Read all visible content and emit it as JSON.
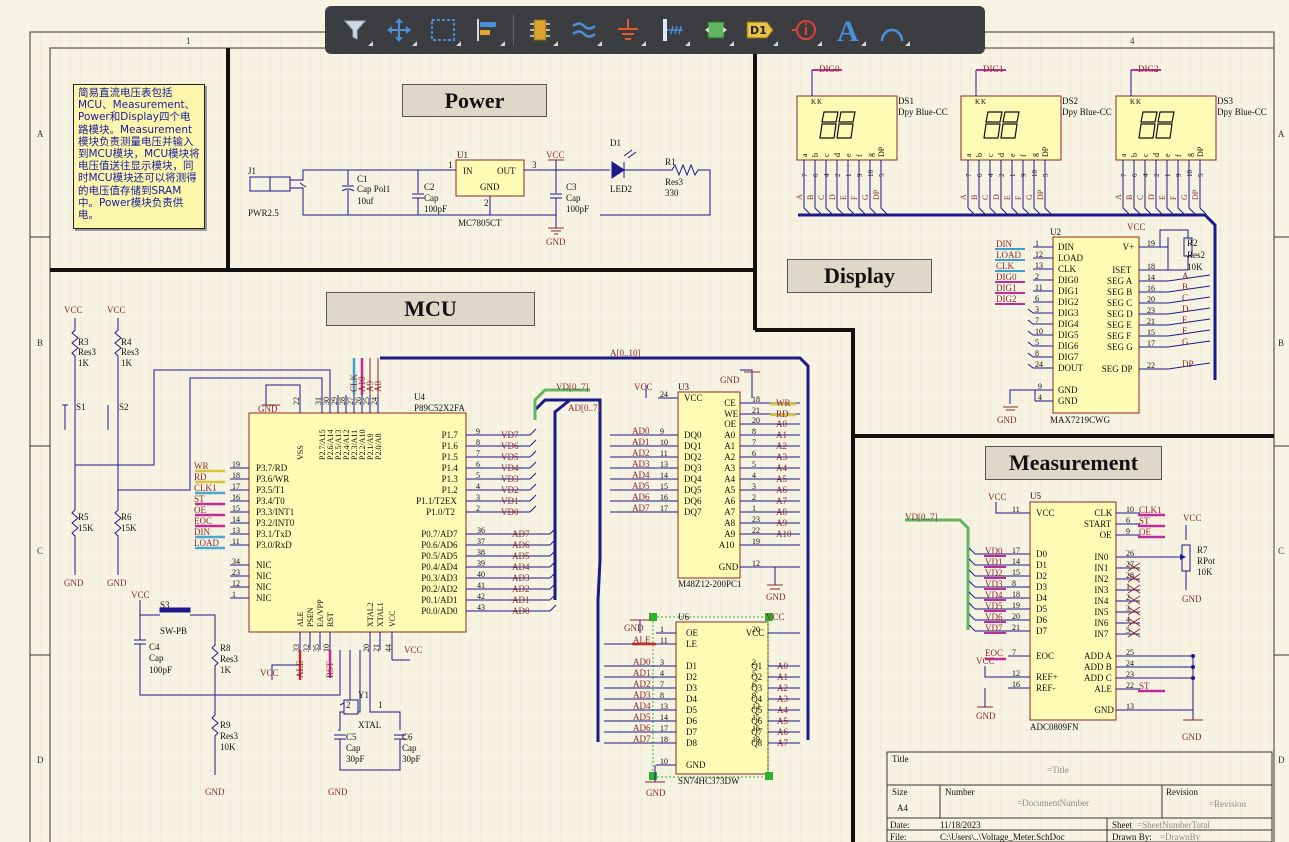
{
  "toolbar": {
    "tools": [
      "filter-icon",
      "move-icon",
      "select-area-icon",
      "align-icon",
      "component-icon",
      "wire-icon",
      "gnd-icon",
      "port-icon",
      "sheet-entry-icon",
      "designator-icon",
      "info-icon",
      "text-icon",
      "arc-icon"
    ],
    "designator_glyph": "D1",
    "text_glyph": "A"
  },
  "border": {
    "col_labels": [
      "1",
      "4"
    ],
    "row_labels": [
      "A",
      "B",
      "C",
      "D"
    ]
  },
  "note": {
    "text": "简易直流电压表包括MCU、Measurement、Power和Display四个电路模块。Measurement模块负责测量电压并输入到MCU模块，MCU模块将电压值送往显示模块，同时MCU模块还可以将测得的电压值存储到SRAM中。Power模块负责供电。"
  },
  "sections": {
    "power": "Power",
    "mcu": "MCU",
    "display": "Display",
    "measurement": "Measurement"
  },
  "power": {
    "j1": "J1",
    "j1_type": "PWR2.5",
    "c1": "C1",
    "c1_type": "Cap Pol1",
    "c1_val": "10uf",
    "c2": "C2",
    "c2_type": "Cap",
    "c2_val": "100pF",
    "u1": "U1",
    "u1_in": "IN",
    "u1_out": "OUT",
    "u1_gnd": "GND",
    "u1_type": "MC7805CT",
    "u1_pin1": "1",
    "u1_pin2": "2",
    "u1_pin3": "3",
    "vcc": "VCC",
    "c3": "C3",
    "c3_type": "Cap",
    "c3_val": "100pF",
    "gnd": "GND",
    "d1": "D1",
    "d1_type": "LED2",
    "r1": "R1",
    "r1_type": "Res3",
    "r1_val": "330"
  },
  "display": {
    "digs": [
      "DIG0",
      "DIG1",
      "DIG2"
    ],
    "ds": [
      {
        "name": "DS1",
        "type": "Dpy Blue-CC"
      },
      {
        "name": "DS2",
        "type": "Dpy Blue-CC"
      },
      {
        "name": "DS3",
        "type": "Dpy Blue-CC"
      }
    ],
    "seg_top": [
      "a",
      "b",
      "c",
      "d",
      "e",
      "f",
      "g",
      "DP"
    ],
    "seg_nums": [
      "7",
      "6",
      "4",
      "2",
      "1",
      "9",
      "10",
      "5"
    ],
    "seg_nets": [
      "A",
      "B",
      "C",
      "D",
      "E",
      "F",
      "G",
      "DP"
    ],
    "k_label": "K",
    "u2": "U2",
    "u2_type": "MAX7219CWG",
    "u2_left": [
      "DIN",
      "LOAD",
      "CLK",
      "DIG0",
      "DIG1",
      "DIG2",
      "DIG3",
      "DIG4",
      "DIG5",
      "DIG6",
      "DIG7",
      "DOUT"
    ],
    "u2_left_nums": [
      "1",
      "12",
      "13",
      "2",
      "11",
      "6",
      "3",
      "7",
      "10",
      "5",
      "8",
      "24"
    ],
    "u2_right": [
      "V+",
      "ISET",
      "SEG A",
      "SEG B",
      "SEG C",
      "SEG D",
      "SEG E",
      "SEG F",
      "SEG G",
      "SEG DP"
    ],
    "u2_right_nums": [
      "19",
      "18",
      "14",
      "16",
      "20",
      "23",
      "21",
      "15",
      "17",
      "22"
    ],
    "u2_gnd": [
      "GND",
      "GND"
    ],
    "u2_gnd_nums": [
      "9",
      "4"
    ],
    "net_left": [
      "DIN",
      "LOAD",
      "CLK",
      "DIG0",
      "DIG1",
      "DIG2"
    ],
    "net_right": [
      "A",
      "B",
      "C",
      "D",
      "E",
      "F",
      "G",
      "DP"
    ],
    "r2": "R2",
    "r2_type": "Res2",
    "r2_val": "10K",
    "vcc": "VCC",
    "gnd": "GND"
  },
  "mcu": {
    "u4": "U4",
    "u4_type": "P89C52X2FA",
    "u4_left": [
      "P3.7/RD",
      "P3.6/WR",
      "P3.5/T1",
      "P3.4/T0",
      "P3.3/INT1",
      "P3.2/INT0",
      "P3.1/TxD",
      "P3.0/RxD",
      "NIC",
      "NIC",
      "NIC",
      "NIC"
    ],
    "u4_left_nums": [
      "19",
      "18",
      "17",
      "16",
      "15",
      "14",
      "13",
      "11",
      "34",
      "23",
      "12",
      "1"
    ],
    "u4_left_nets": [
      "WR",
      "RD",
      "CLK1",
      "ST",
      "OE",
      "EOC",
      "DIN",
      "LOAD"
    ],
    "u4_top": [
      "VSS",
      "P2.7/A15",
      "P2.6/A14",
      "P2.5/A13",
      "P2.4/A12",
      "P2.3/A11",
      "P2.2/A10",
      "P2.1/A9",
      "P2.0/A8"
    ],
    "u4_top_nums": [
      "22",
      "31",
      "30",
      "29",
      "28",
      "27",
      "26",
      "25",
      "24"
    ],
    "u4_top_nets": [
      "CLK",
      "A10",
      "A9",
      "A8"
    ],
    "u4_right_p1": [
      "P1.7",
      "P1.6",
      "P1.5",
      "P1.4",
      "P1.3",
      "P1.2",
      "P1.1/T2EX",
      "P1.0/T2"
    ],
    "u4_right_p1_nums": [
      "9",
      "8",
      "7",
      "6",
      "5",
      "4",
      "3",
      "2"
    ],
    "u4_right_p1_nets": [
      "VD7",
      "VD6",
      "VD5",
      "VD4",
      "VD3",
      "VD2",
      "VD1",
      "VD0"
    ],
    "u4_right_p0": [
      "P0.7/AD7",
      "P0.6/AD6",
      "P0.5/AD5",
      "P0.4/AD4",
      "P0.3/AD3",
      "P0.2/AD2",
      "P0.1/AD1",
      "P0.0/AD0"
    ],
    "u4_right_p0_nums": [
      "36",
      "37",
      "38",
      "39",
      "40",
      "41",
      "42",
      "43"
    ],
    "u4_right_p0_nets": [
      "AD7",
      "AD6",
      "AD5",
      "AD4",
      "AD3",
      "AD2",
      "AD1",
      "AD0"
    ],
    "u4_bottom": [
      "ALE",
      "PSEN",
      "EA/VPP",
      "RST",
      "XTAL2",
      "XTAL1",
      "VCC"
    ],
    "u4_bottom_nums": [
      "33",
      "32",
      "35",
      "10",
      "20",
      "21",
      "44"
    ],
    "u4_bottom_nets": [
      "ALE",
      "RST"
    ],
    "bus_a": "A[0..10]",
    "bus_vd": "VD[0..7]",
    "bus_ad": "AD[0..7]",
    "r3": "R3",
    "r3_type": "Res3",
    "r3_val": "1K",
    "r4": "R4",
    "r4_type": "Res3",
    "r4_val": "1K",
    "r5": "R5",
    "r5_type": "Res3",
    "r5_val": "15K",
    "r6": "R6",
    "r6_type": "Res3",
    "r6_val": "15K",
    "s1": "S1",
    "s2": "S2",
    "s3": "S3",
    "s3_type": "SW-PB",
    "c4": "C4",
    "c4_type": "Cap",
    "c4_val": "100pF",
    "r8": "R8",
    "r8_type": "Res3",
    "r8_val": "1K",
    "r9": "R9",
    "r9_type": "Res3",
    "r9_val": "10K",
    "y1": "Y1",
    "y1_type": "XTAL",
    "y1_p1": "2",
    "y1_p2": "1",
    "c5": "C5",
    "c5_type": "Cap",
    "c5_val": "30pF",
    "c6": "C6",
    "c6_type": "Cap",
    "c6_val": "30pF",
    "vcc": "VCC",
    "gnd": "GND"
  },
  "sram": {
    "u3": "U3",
    "u3_type": "M48Z12-200PC1",
    "u3_left": [
      "VCC",
      "DQ0",
      "DQ1",
      "DQ2",
      "DQ3",
      "DQ4",
      "DQ5",
      "DQ6",
      "DQ7"
    ],
    "u3_left_nums": [
      "24",
      "9",
      "10",
      "11",
      "13",
      "14",
      "15",
      "16",
      "17"
    ],
    "u3_left_nets": [
      "AD0",
      "AD1",
      "AD2",
      "AD3",
      "AD4",
      "AD5",
      "AD6",
      "AD7"
    ],
    "u3_right": [
      "CE",
      "WE",
      "OE",
      "A0",
      "A1",
      "A2",
      "A3",
      "A4",
      "A5",
      "A6",
      "A7",
      "A8",
      "A9",
      "A10",
      "GND"
    ],
    "u3_right_nums": [
      "18",
      "21",
      "20",
      "8",
      "7",
      "6",
      "5",
      "4",
      "3",
      "2",
      "1",
      "23",
      "22",
      "19",
      "12"
    ],
    "u3_right_nets": [
      "WR",
      "RD",
      "A0",
      "A1",
      "A2",
      "A3",
      "A4",
      "A5",
      "A6",
      "A7",
      "A8",
      "A9",
      "A10"
    ],
    "u3_gnd_top": "GND",
    "u6": "U6",
    "u6_type": "SN74HC373DW",
    "u6_left": [
      "OE",
      "LE",
      "D1",
      "D2",
      "D3",
      "D4",
      "D5",
      "D6",
      "D7",
      "D8",
      "GND"
    ],
    "u6_left_nums": [
      "1",
      "11",
      "3",
      "4",
      "7",
      "8",
      "13",
      "14",
      "17",
      "18",
      "10"
    ],
    "u6_left_nets": [
      "ALE",
      "AD0",
      "AD1",
      "AD2",
      "AD3",
      "AD4",
      "AD5",
      "AD6",
      "AD7"
    ],
    "u6_right": [
      "VCC",
      "Q1",
      "Q2",
      "Q3",
      "Q4",
      "Q5",
      "Q6",
      "Q7",
      "Q8"
    ],
    "u6_right_nums": [
      "20",
      "2",
      "5",
      "6",
      "9",
      "12",
      "15",
      "16",
      "19"
    ],
    "u6_right_nets": [
      "A0",
      "A1",
      "A2",
      "A3",
      "A4",
      "A5",
      "A6",
      "A7"
    ],
    "vcc": "VCC",
    "gnd": "GND"
  },
  "measurement": {
    "u5": "U5",
    "u5_type": "ADC0809FN",
    "u5_left": [
      "VCC",
      "D0",
      "D1",
      "D2",
      "D3",
      "D4",
      "D5",
      "D6",
      "D7",
      "EOC",
      "REF+",
      "REF-"
    ],
    "u5_left_nums": [
      "11",
      "17",
      "14",
      "15",
      "8",
      "18",
      "19",
      "20",
      "21",
      "7",
      "12",
      "16"
    ],
    "u5_left_nets": [
      "VD0",
      "VD1",
      "VD2",
      "VD3",
      "VD4",
      "VD5",
      "VD6",
      "VD7",
      "EOC"
    ],
    "u5_right": [
      "CLK",
      "START",
      "OE",
      "IN0",
      "IN1",
      "IN2",
      "IN3",
      "IN4",
      "IN5",
      "IN6",
      "IN7",
      "ADD A",
      "ADD B",
      "ADD C",
      "ALE",
      "GND"
    ],
    "u5_right_nums": [
      "10",
      "6",
      "9",
      "26",
      "27",
      "28",
      "1",
      "2",
      "3",
      "4",
      "5",
      "25",
      "24",
      "23",
      "22",
      "13"
    ],
    "u5_right_nets": [
      "CLK1",
      "ST",
      "OE",
      "ST"
    ],
    "bus_vd": "VD[0..7]",
    "r7": "R7",
    "r7_type": "RPot",
    "r7_val": "10K",
    "vcc": "VCC",
    "gnd": "GND"
  },
  "titleblock": {
    "title_label": "Title",
    "title_val": "=Title",
    "size_label": "Size",
    "size_val": "A4",
    "number_label": "Number",
    "number_val": "=DocumentNumber",
    "revision_label": "Revision",
    "revision_val": "=Revision",
    "date_label": "Date:",
    "date_val": "11/18/2023",
    "sheet_label": "Sheet",
    "sheet_val": "=SheetNumberTotal",
    "file_label": "File:",
    "file_val": "C:\\Users\\..\\Voltage_Meter.SchDoc",
    "drawn_label": "Drawn By:",
    "drawn_val": "=DrawnBy"
  }
}
